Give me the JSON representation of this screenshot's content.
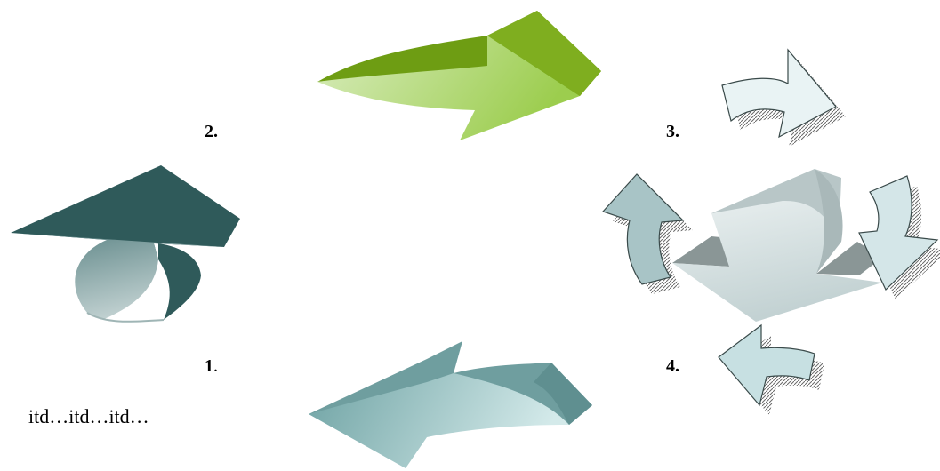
{
  "labels": {
    "step1_num": "1",
    "step1_dot": ".",
    "step2": "2.",
    "step3": "3.",
    "step4": "4.",
    "footer": "itd…itd…itd…"
  },
  "colors": {
    "green_light": "#c6e4a0",
    "green_mid": "#9ccd4e",
    "green_dark": "#6e9d13",
    "teal_dark": "#2f5a5a",
    "teal_mid": "#6f9494",
    "teal_light": "#b7cbcb",
    "aqua_light": "#cfe6e6",
    "aqua_mid": "#86b4b5",
    "aqua_dark": "#6f9e9f",
    "pale": "#e9f3f4",
    "grey": "#8a9696"
  }
}
